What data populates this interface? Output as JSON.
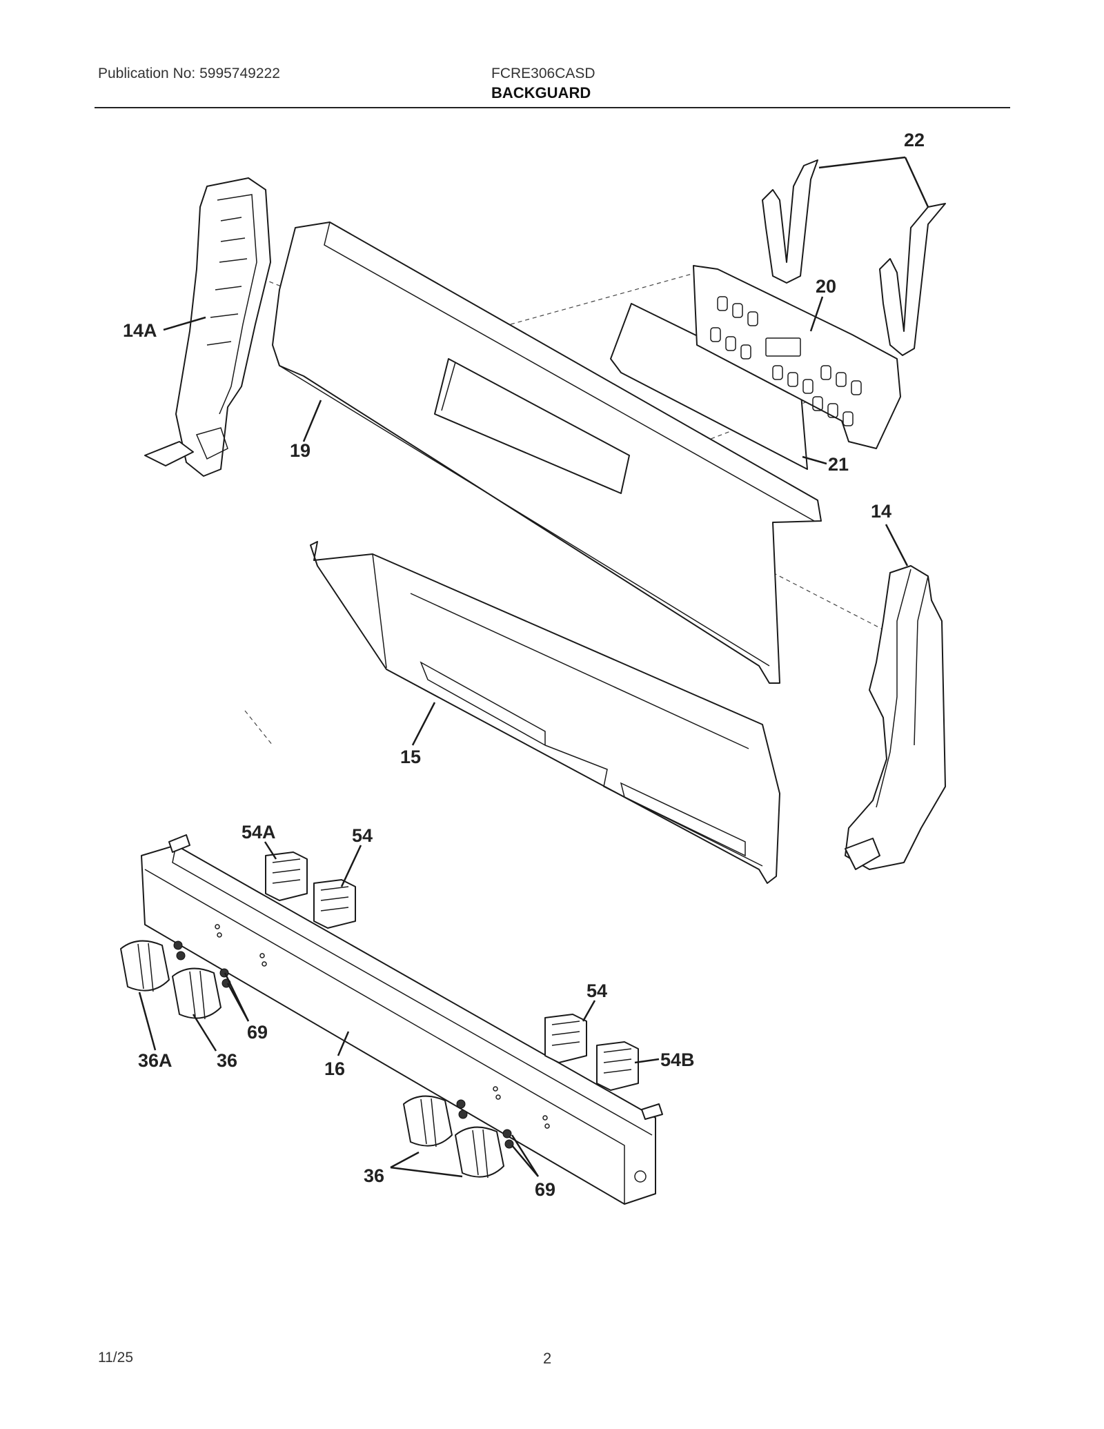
{
  "header": {
    "publication": "Publication No: 5995749222",
    "model": "FCRE306CASD",
    "section_title": "BACKGUARD"
  },
  "footer": {
    "date": "11/25",
    "page_number": "2"
  },
  "callouts": {
    "c22": "22",
    "c20": "20",
    "c14A": "14A",
    "c19": "19",
    "c21": "21",
    "c14": "14",
    "c15": "15",
    "c54A": "54A",
    "c54_top": "54",
    "c69_left": "69",
    "c36A": "36A",
    "c36_left": "36",
    "c16": "16",
    "c54_right": "54",
    "c54B": "54B",
    "c36_bottom": "36",
    "c69_bottom": "69"
  }
}
